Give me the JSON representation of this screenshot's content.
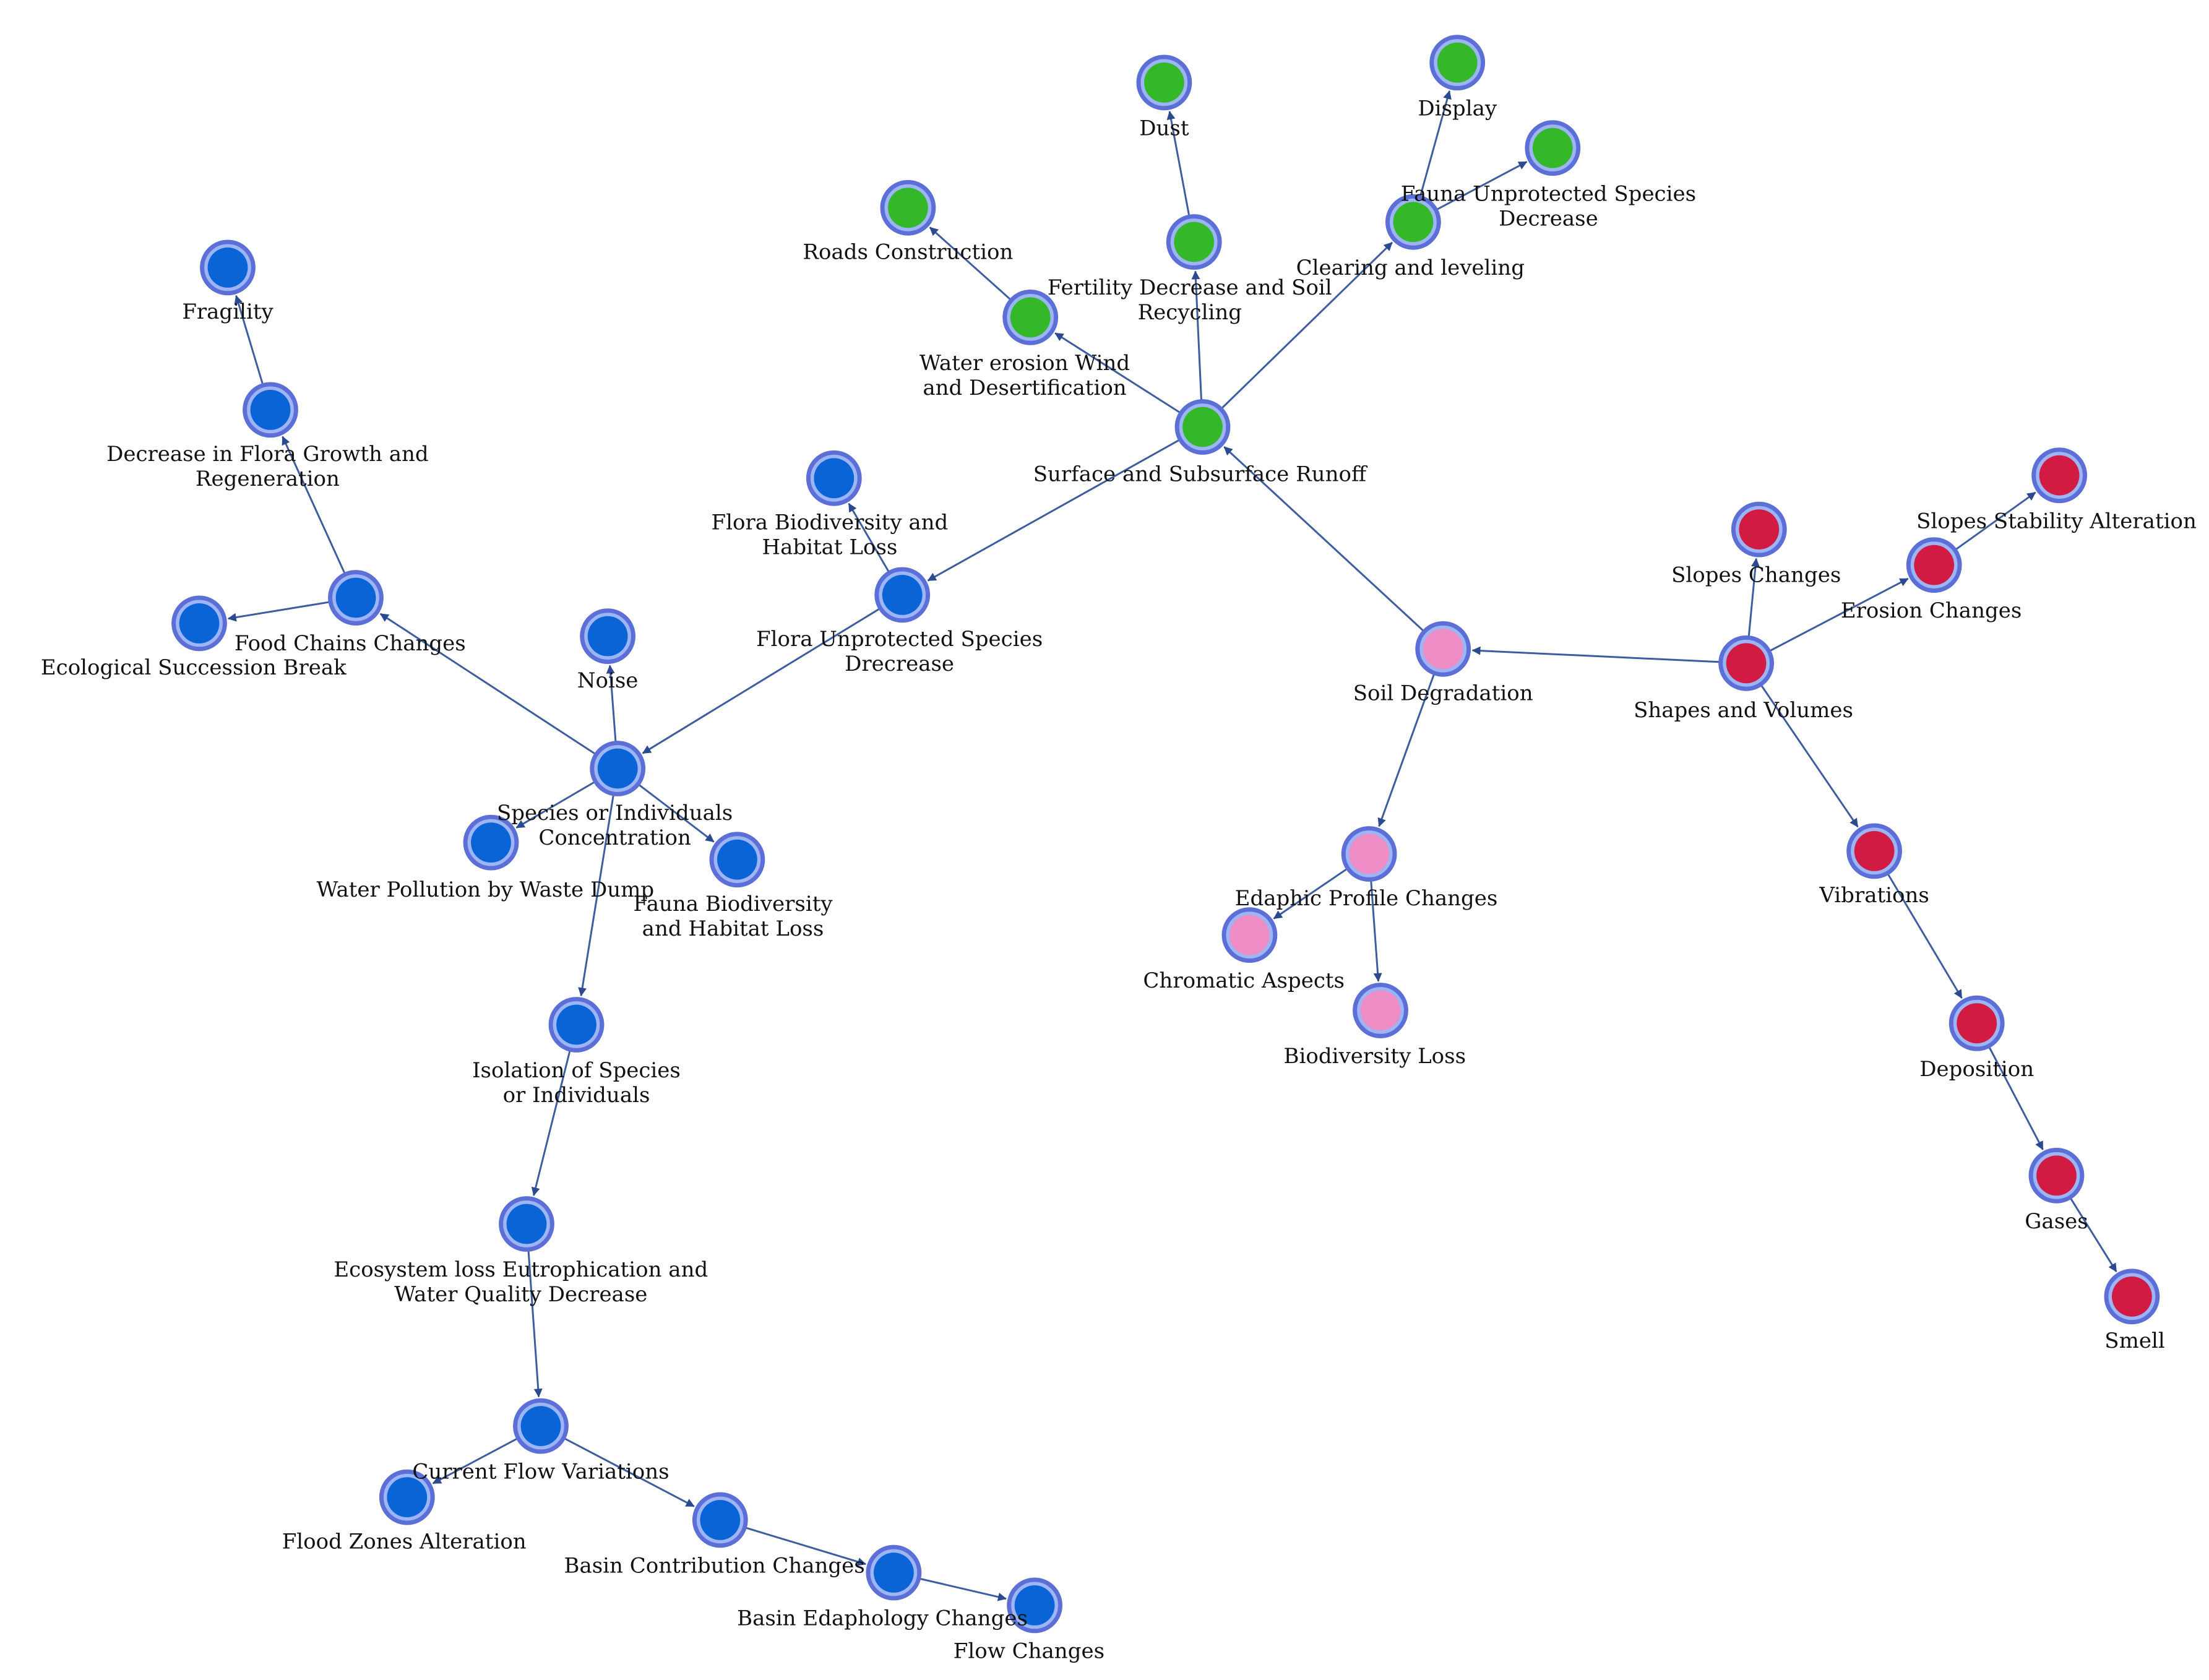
{
  "colors": {
    "blue": "#0a64d6",
    "green": "#34b82a",
    "pink": "#ee8cc6",
    "red": "#d11b42",
    "edge": "#3d5da0",
    "ring": "#5b6fd6"
  },
  "nodes": [
    {
      "id": "fragility",
      "label": "Fragility",
      "group": "blue"
    },
    {
      "id": "decrease_flora",
      "label": "Decrease in Flora Growth and Regeneration",
      "group": "blue"
    },
    {
      "id": "food_chains",
      "label": "Food Chains Changes",
      "group": "blue"
    },
    {
      "id": "eco_succession",
      "label": "Ecological Succession Break",
      "group": "blue"
    },
    {
      "id": "noise",
      "label": "Noise",
      "group": "blue"
    },
    {
      "id": "species_conc",
      "label": "Species or Individuals Concentration",
      "group": "blue"
    },
    {
      "id": "water_pollution",
      "label": "Water Pollution by Waste Dump",
      "group": "blue"
    },
    {
      "id": "fauna_biodiv",
      "label": "Fauna Biodiversity and Habitat Loss",
      "group": "blue"
    },
    {
      "id": "flora_biodiv",
      "label": "Flora Biodiversity and Habitat Loss",
      "group": "blue"
    },
    {
      "id": "flora_unprot",
      "label": "Flora Unprotected Species Drecrease",
      "group": "blue"
    },
    {
      "id": "isolation",
      "label": "Isolation of Species or Individuals",
      "group": "blue"
    },
    {
      "id": "ecosystem_loss",
      "label": "Ecosystem loss Eutrophication and Water Quality Decrease",
      "group": "blue"
    },
    {
      "id": "current_flow",
      "label": "Current Flow Variations",
      "group": "blue"
    },
    {
      "id": "flood_zones",
      "label": "Flood Zones Alteration",
      "group": "blue"
    },
    {
      "id": "basin_contrib",
      "label": "Basin Contribution Changes",
      "group": "blue"
    },
    {
      "id": "basin_edaph",
      "label": "Basin Edaphology Changes",
      "group": "blue"
    },
    {
      "id": "flow_changes",
      "label": "Flow Changes",
      "group": "blue"
    },
    {
      "id": "roads",
      "label": "Roads Construction",
      "group": "green"
    },
    {
      "id": "dust",
      "label": "Dust",
      "group": "green"
    },
    {
      "id": "display",
      "label": "Display",
      "group": "green"
    },
    {
      "id": "fauna_unprot",
      "label": "Fauna Unprotected Species Decrease",
      "group": "green"
    },
    {
      "id": "clearing",
      "label": "Clearing and leveling",
      "group": "green"
    },
    {
      "id": "fertility",
      "label": "Fertility Decrease and Soil Recycling",
      "group": "green"
    },
    {
      "id": "water_erosion",
      "label": "Water erosion Wind and Desertification",
      "group": "green"
    },
    {
      "id": "runoff",
      "label": "Surface and Subsurface Runoff",
      "group": "green"
    },
    {
      "id": "soil_deg",
      "label": "Soil Degradation",
      "group": "pink"
    },
    {
      "id": "edaphic",
      "label": "Edaphic Profile Changes",
      "group": "pink"
    },
    {
      "id": "chromatic",
      "label": "Chromatic Aspects",
      "group": "pink"
    },
    {
      "id": "biodiv_loss",
      "label": "Biodiversity Loss",
      "group": "pink"
    },
    {
      "id": "slopes_stab",
      "label": "Slopes Stability Alteration",
      "group": "red"
    },
    {
      "id": "slopes_changes",
      "label": "Slopes Changes",
      "group": "red"
    },
    {
      "id": "erosion",
      "label": "Erosion Changes",
      "group": "red"
    },
    {
      "id": "shapes",
      "label": "Shapes and Volumes",
      "group": "red"
    },
    {
      "id": "vibrations",
      "label": "Vibrations",
      "group": "red"
    },
    {
      "id": "deposition",
      "label": "Deposition",
      "group": "red"
    },
    {
      "id": "gases",
      "label": "Gases",
      "group": "red"
    },
    {
      "id": "smell",
      "label": "Smell",
      "group": "red"
    }
  ],
  "edges": [
    [
      "shapes",
      "soil_deg"
    ],
    [
      "shapes",
      "slopes_changes"
    ],
    [
      "shapes",
      "erosion"
    ],
    [
      "erosion",
      "slopes_stab"
    ],
    [
      "shapes",
      "vibrations"
    ],
    [
      "vibrations",
      "deposition"
    ],
    [
      "deposition",
      "gases"
    ],
    [
      "gases",
      "smell"
    ],
    [
      "soil_deg",
      "runoff"
    ],
    [
      "soil_deg",
      "edaphic"
    ],
    [
      "edaphic",
      "chromatic"
    ],
    [
      "edaphic",
      "biodiv_loss"
    ],
    [
      "runoff",
      "water_erosion"
    ],
    [
      "water_erosion",
      "roads"
    ],
    [
      "runoff",
      "fertility"
    ],
    [
      "fertility",
      "dust"
    ],
    [
      "runoff",
      "clearing"
    ],
    [
      "clearing",
      "display"
    ],
    [
      "clearing",
      "fauna_unprot"
    ],
    [
      "runoff",
      "flora_unprot"
    ],
    [
      "flora_unprot",
      "flora_biodiv"
    ],
    [
      "flora_unprot",
      "species_conc"
    ],
    [
      "species_conc",
      "noise"
    ],
    [
      "species_conc",
      "food_chains"
    ],
    [
      "food_chains",
      "eco_succession"
    ],
    [
      "food_chains",
      "decrease_flora"
    ],
    [
      "decrease_flora",
      "fragility"
    ],
    [
      "species_conc",
      "water_pollution"
    ],
    [
      "species_conc",
      "fauna_biodiv"
    ],
    [
      "species_conc",
      "isolation"
    ],
    [
      "isolation",
      "ecosystem_loss"
    ],
    [
      "ecosystem_loss",
      "current_flow"
    ],
    [
      "current_flow",
      "flood_zones"
    ],
    [
      "current_flow",
      "basin_contrib"
    ],
    [
      "basin_contrib",
      "basin_edaph"
    ],
    [
      "basin_edaph",
      "flow_changes"
    ]
  ]
}
